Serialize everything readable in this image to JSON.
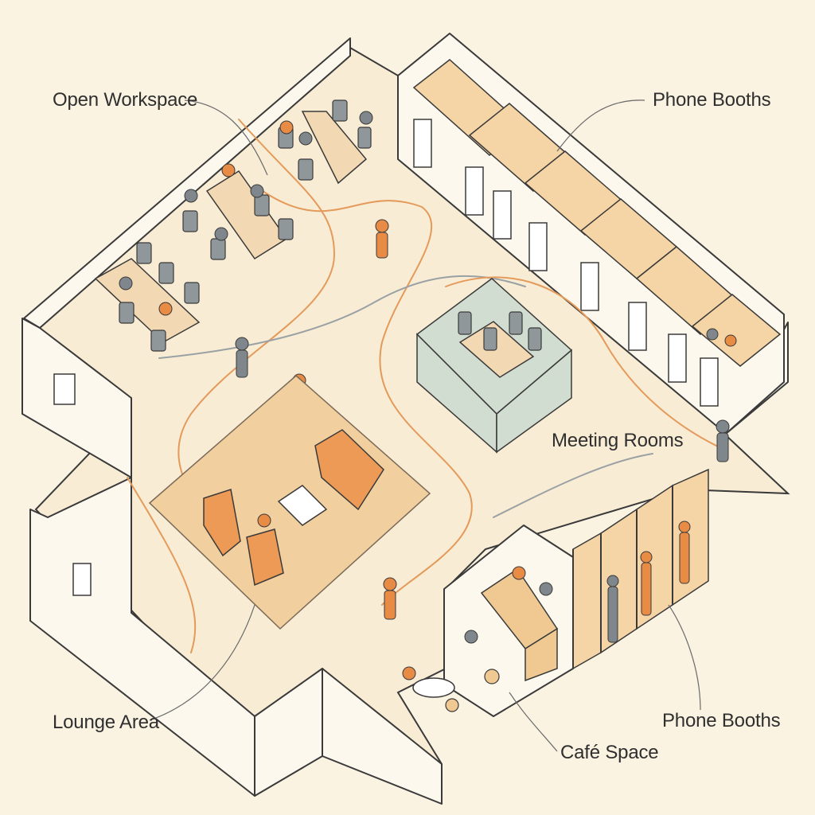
{
  "labels": {
    "open_workspace": "Open Workspace",
    "phone_booths_top": "Phone Booths",
    "meeting_rooms": "Meeting Rooms",
    "lounge_area": "Lounge Area",
    "cafe_space": "Café Space",
    "phone_booths_bottom": "Phone Booths"
  },
  "colors": {
    "background": "#fbf3e2",
    "accent_orange": "#e88b45",
    "neutral_gray": "#7f878c",
    "glass_teal": "#b9d3cf"
  }
}
